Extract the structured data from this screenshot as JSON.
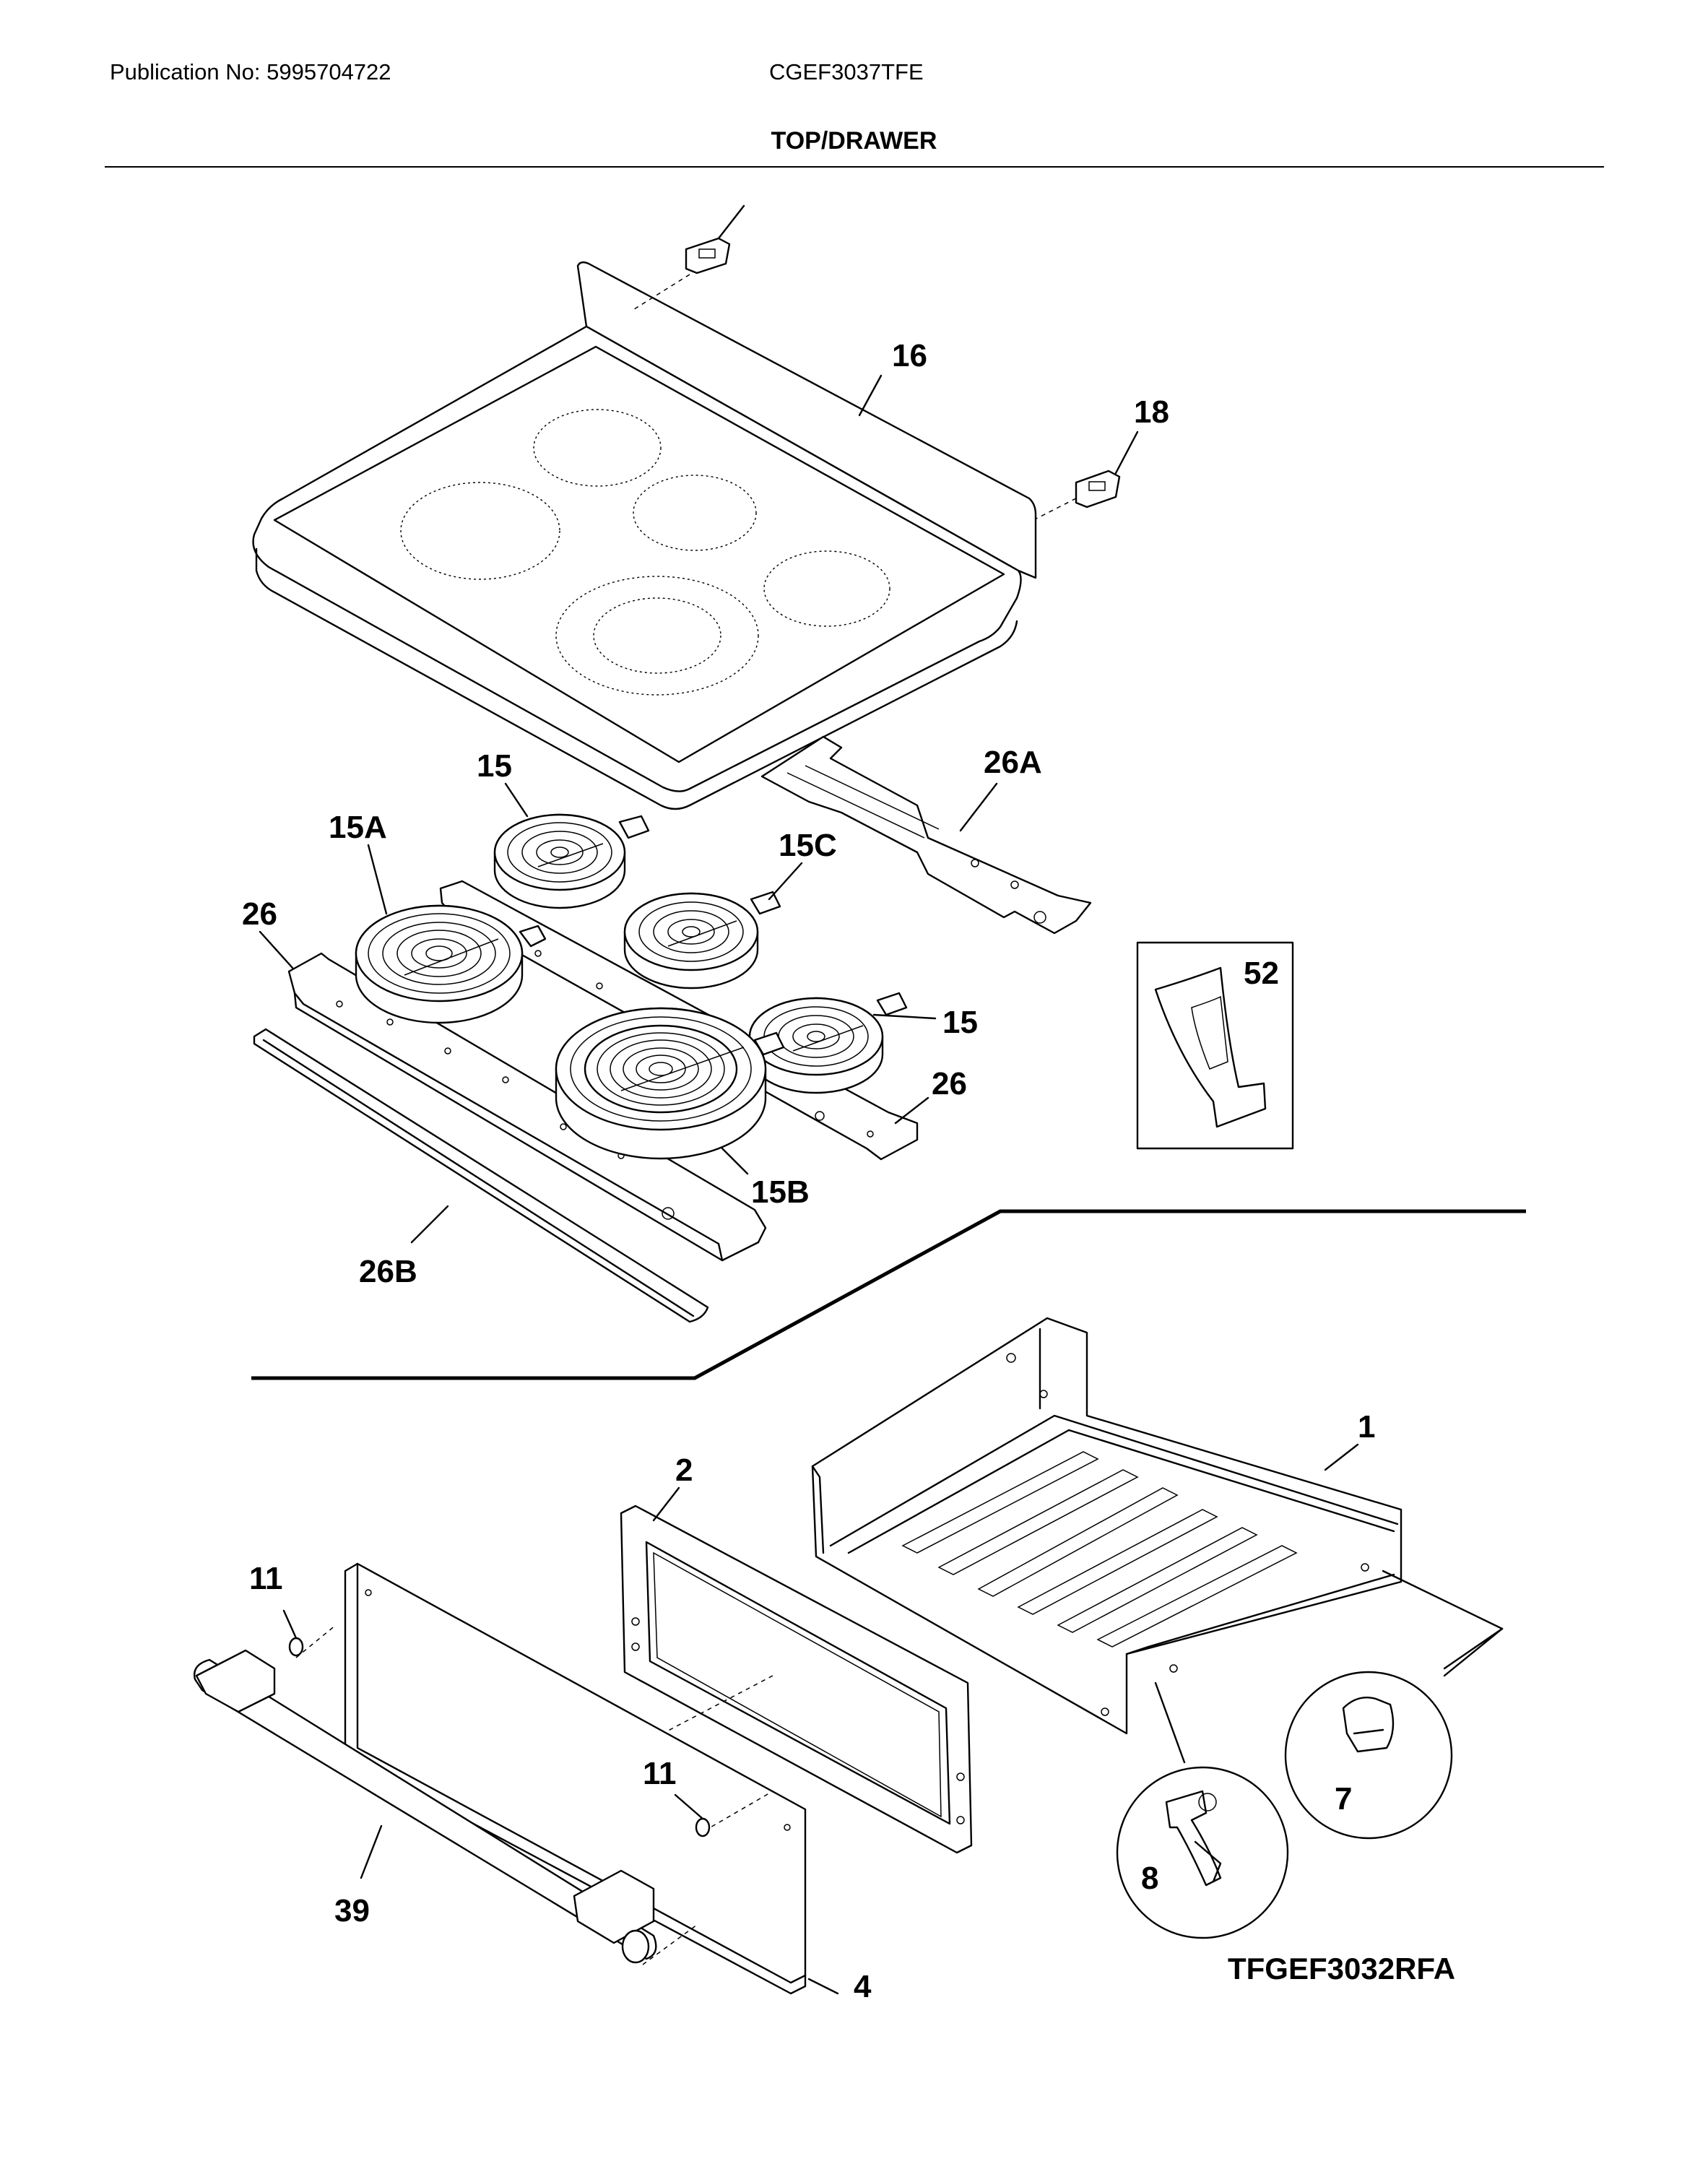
{
  "header": {
    "publication": "Publication No: 5995704722",
    "model": "CGEF3037TFE",
    "section_title": "TOP/DRAWER"
  },
  "diagram": {
    "labels": {
      "p16": "16",
      "p18": "18",
      "p15_top": "15",
      "p15a": "15A",
      "p15c": "15C",
      "p26a": "26A",
      "p26_left": "26",
      "p52": "52",
      "p15_right": "15",
      "p26_right": "26",
      "p15b": "15B",
      "p26b": "26B",
      "p1": "1",
      "p2": "2",
      "p11_left": "11",
      "p11_right": "11",
      "p7": "7",
      "p8": "8",
      "p39": "39",
      "p4": "4"
    }
  },
  "footer": {
    "code": "TFGEF3032RFA"
  }
}
